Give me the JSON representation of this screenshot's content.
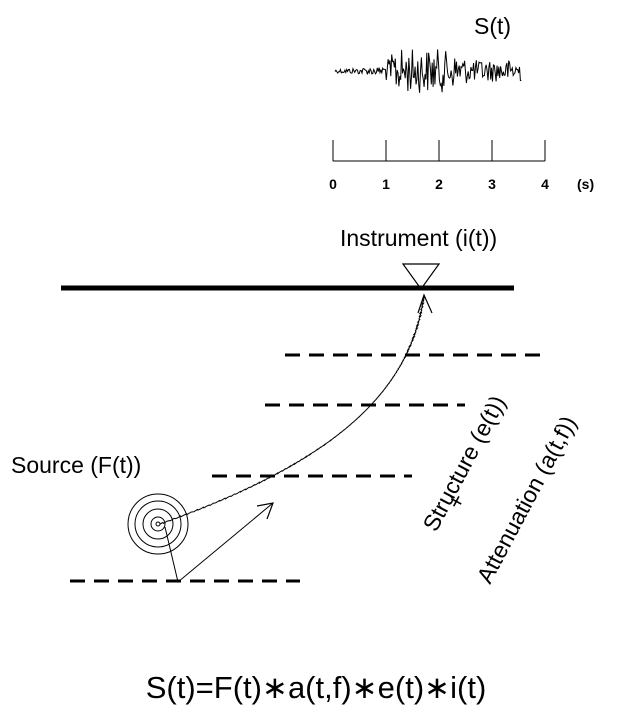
{
  "signal_label": "S(t)",
  "time_axis": {
    "ticks": [
      "0",
      "1",
      "2",
      "3",
      "4"
    ],
    "unit": "(s)"
  },
  "instrument_label": "Instrument (i(t))",
  "source_label": "Source (F(t))",
  "structure_label": "Structure (e(t))",
  "plus_label": "+",
  "attenuation_label": "Attenuation (a(t,f))",
  "equation": "S(t)=F(t)∗a(t,f)∗e(t)∗i(t)"
}
